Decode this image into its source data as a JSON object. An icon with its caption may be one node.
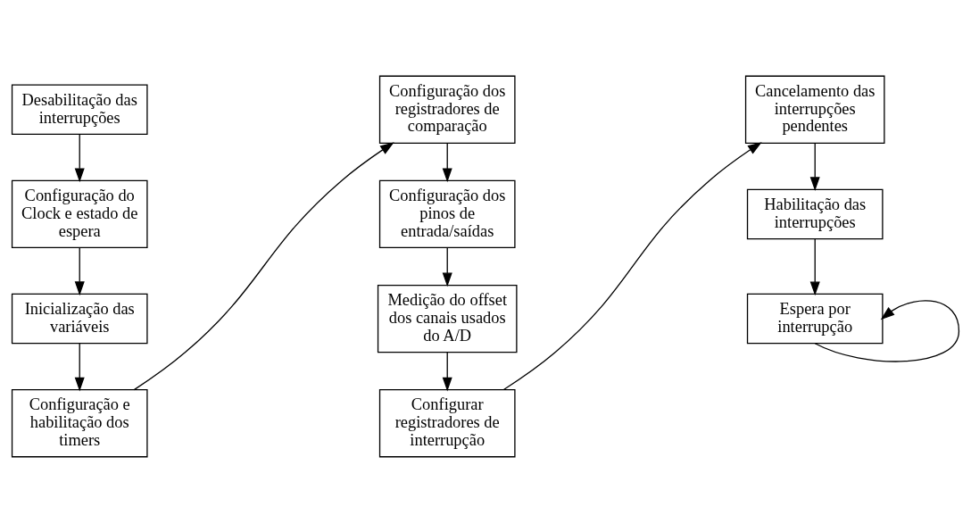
{
  "diagram": {
    "nodes": [
      {
        "text": [
          "Desabilitação das interrupções"
        ]
      },
      {
        "text": [
          "Configuração do Clock e estado de espera"
        ]
      },
      {
        "text": [
          "Inicialização das variáveis"
        ]
      },
      {
        "text": [
          "Configuração e habilitação dos timers"
        ]
      },
      {
        "text": [
          "Configuração dos registradores de comparação"
        ]
      },
      {
        "text": [
          "Configuração dos pinos de entrada/saídas"
        ]
      },
      {
        "text": [
          "Medição do offset dos canais usados do A/D"
        ]
      },
      {
        "text": [
          "Configurar registradores de interrupção"
        ]
      },
      {
        "text": [
          "Cancelamento das interrupções pendentes"
        ]
      },
      {
        "text": [
          "Habilitação das interrupções"
        ]
      },
      {
        "text": [
          "Espera por interrupção"
        ]
      }
    ],
    "edges": [
      {
        "from": 0,
        "to": 1,
        "arrow": "to"
      },
      {
        "from": 1,
        "to": 2,
        "arrow": "to"
      },
      {
        "from": 2,
        "to": 3,
        "arrow": "to"
      },
      {
        "from": 3,
        "to": 4,
        "arrow": "to"
      },
      {
        "from": 4,
        "to": 5,
        "arrow": "to"
      },
      {
        "from": 5,
        "to": 6,
        "arrow": "to"
      },
      {
        "from": 6,
        "to": 7,
        "arrow": "to"
      },
      {
        "from": 7,
        "to": 8,
        "arrow": "to"
      },
      {
        "from": 8,
        "to": 9,
        "arrow": "to"
      },
      {
        "from": 9,
        "to": 10,
        "arrow": "to"
      },
      {
        "from": 10,
        "to": 10,
        "arrow": "to"
      }
    ]
  }
}
